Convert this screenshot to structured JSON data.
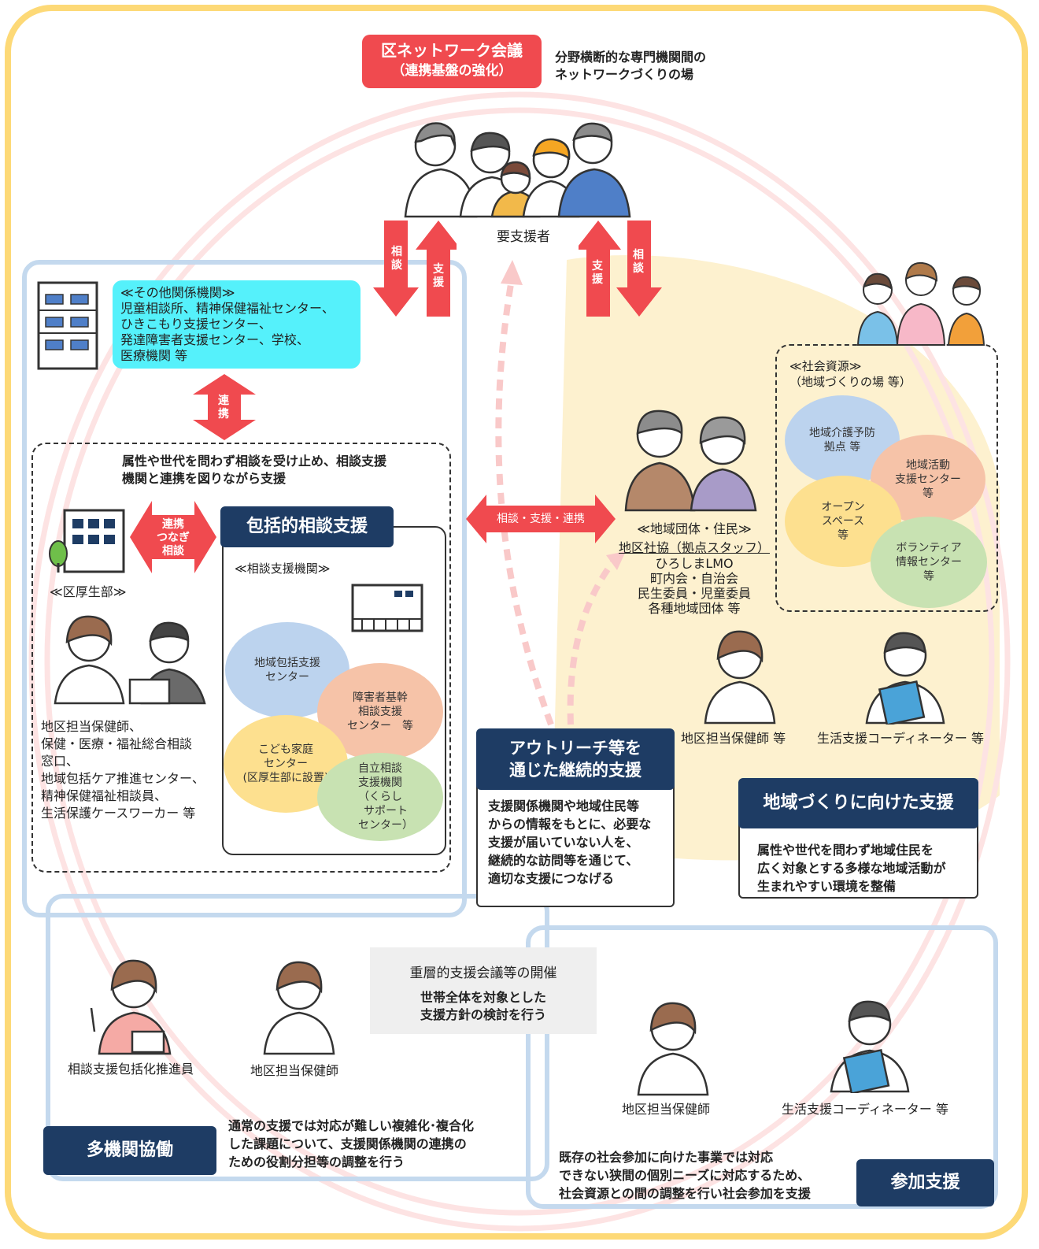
{
  "top": {
    "network_meeting_line1": "区ネットワーク会議",
    "network_meeting_line2": "（連携基盤の強化）",
    "network_desc_line1": "分野横断的な専門機関間の",
    "network_desc_line2": "ネットワークづくりの場",
    "person_label": "要支援者"
  },
  "arrows": {
    "consult": "相\n談",
    "support": "支\n援",
    "renkei": "連\n携",
    "ward_link": "連携\nつなぎ\n相談",
    "center_link": "相談・支援・連携"
  },
  "other_agencies": {
    "title": "≪その他関係機関≫",
    "body": "児童相談所、精神保健福祉センター、\nひきこもり支援センター、\n発達障害者支援センター、学校、\n医療機関 等"
  },
  "comprehensive": {
    "intro": "属性や世代を問わず相談を受け止め、相談支援\n機関と連携を図りながら支援",
    "title": "包括的相談支援",
    "agencies_title": "≪相談支援機関≫",
    "ward_office": "≪区厚生部≫",
    "staff_list": "地区担当保健師、\n保健・医療・福祉総合相談\n窓口、\n地域包括ケア推進センター、\n精神保健福祉相談員、\n生活保護ケースワーカー 等",
    "blob1": "地域包括支援\nセンター",
    "blob2": "障害者基幹\n相談支援\nセンター　等",
    "blob3": "こども家庭\nセンター\n(区厚生部に設置)",
    "blob4": "自立相談\n支援機関\n（くらし\n　サポート\n　センター）"
  },
  "outreach": {
    "title": "アウトリーチ等を\n通じた継続的支援",
    "body": "支援関係機関や地域住民等\nからの情報をもとに、必要な\n支援が届いていない人を、\n継続的な訪問等を通じて、\n適切な支援につなげる"
  },
  "community": {
    "group_title": "≪地域団体・住民≫",
    "group_line1": "地区社協（拠点スタッフ）",
    "group_rest": "ひろしまLMO\n町内会・自治会\n民生委員・児童委員\n各種地域団体 等",
    "resources_title": "≪社会資源≫\n（地域づくりの場 等）",
    "res1": "地域介護予防\n拠点 等",
    "res2": "地域活動\n支援センター\n等",
    "res3": "オープン\nスペース\n等",
    "res4": "ボランティア\n情報センター\n等",
    "nurse_label": "地区担当保健師 等",
    "coordinator_label": "生活支援コーディネーター 等",
    "support_title": "地域づくりに向けた支援",
    "support_body": "属性や世代を問わず地域住民を\n広く対象とする多様な地域活動が\n生まれやすい環境を整備"
  },
  "multi": {
    "meeting_title": "重層的支援会議等の開催",
    "meeting_body": "世帯全体を対象とした\n支援方針の検討を行う",
    "promoter_label": "相談支援包括化推進員",
    "nurse_label": "地区担当保健師",
    "desc": "通常の支援では対応が難しい複雑化･複合化\nした課題について、支援関係機関の連携の\nための役割分担等の調整を行う",
    "title": "多機関協働"
  },
  "participation": {
    "nurse_label": "地区担当保健師",
    "coordinator_label": "生活支援コーディネーター 等",
    "desc": "既存の社会参加に向けた事業では対応\nできない狭間の個別ニーズに対応するため、\n社会資源との間の調整を行い社会参加を支援",
    "title": "参加支援"
  },
  "colors": {
    "frame": "#fdd977",
    "red": "#f04a4f",
    "navy": "#1e3c64",
    "cyan": "#55f1fb",
    "blue_blob": "#bcd3ee",
    "orange_blob": "#f6c3a8",
    "yellow_blob": "#fde08f",
    "green_blob": "#c8e2b2"
  }
}
